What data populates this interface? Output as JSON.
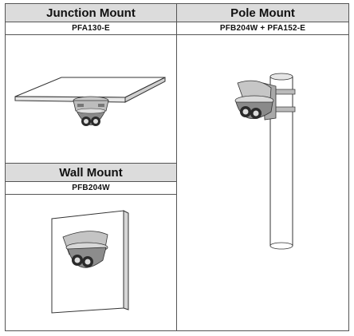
{
  "mounts": {
    "junction": {
      "title": "Junction Mount",
      "model": "PFA130-E",
      "icon": "ceiling-junction-mount-illustration"
    },
    "pole": {
      "title": "Pole Mount",
      "model": "PFB204W + PFA152-E",
      "icon": "pole-mount-illustration"
    },
    "wall": {
      "title": "Wall Mount",
      "model": "PFB204W",
      "icon": "wall-mount-illustration"
    }
  }
}
